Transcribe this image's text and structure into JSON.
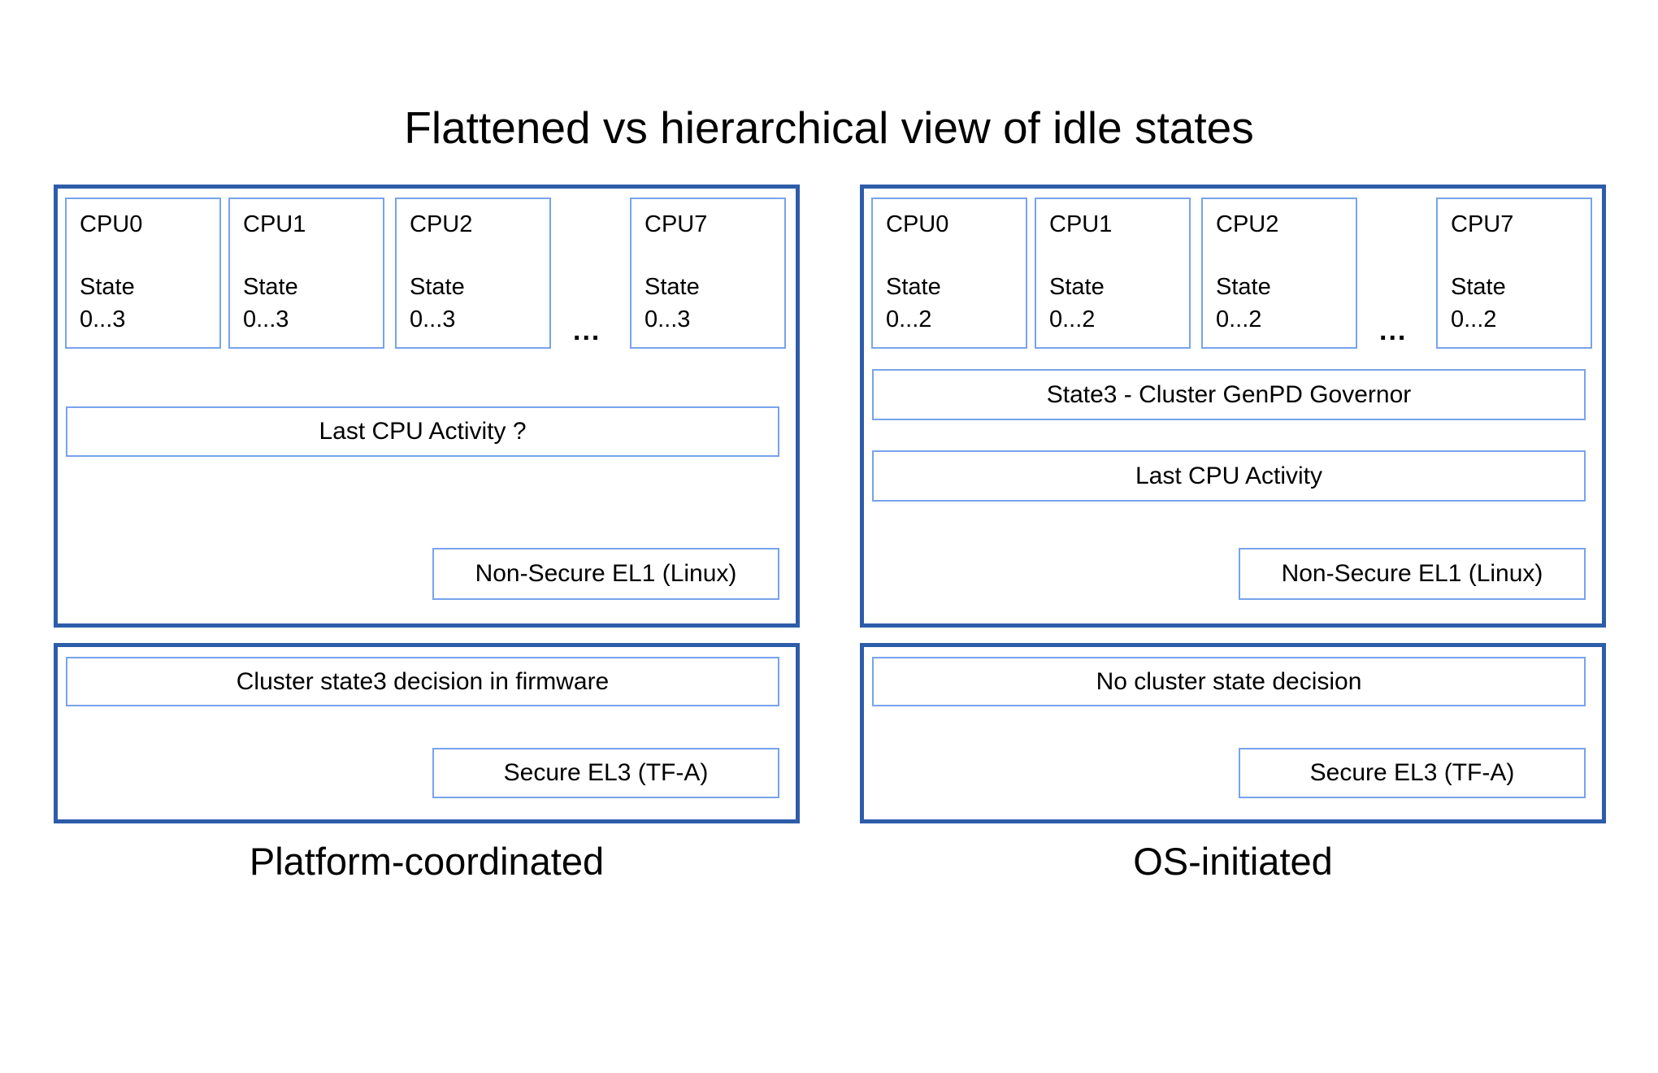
{
  "title": "Flattened vs hierarchical view of idle states",
  "colors": {
    "panel_border": "#2d5da9",
    "box_border": "#78a3ec",
    "text": "#000000",
    "background": "#ffffff"
  },
  "left": {
    "caption": "Platform-coordinated",
    "ellipsis": "...",
    "cpus": [
      {
        "name": "CPU0",
        "state_label": "State",
        "state_range": "0...3"
      },
      {
        "name": "CPU1",
        "state_label": "State",
        "state_range": "0...3"
      },
      {
        "name": "CPU2",
        "state_label": "State",
        "state_range": "0...3"
      },
      {
        "name": "CPU7",
        "state_label": "State",
        "state_range": "0...3"
      }
    ],
    "activity_label": "Last CPU Activity ?",
    "el1_label": "Non-Secure EL1 (Linux)",
    "decision_label": "Cluster state3 decision in firmware",
    "el3_label": "Secure EL3 (TF-A)"
  },
  "right": {
    "caption": "OS-initiated",
    "ellipsis": "...",
    "cpus": [
      {
        "name": "CPU0",
        "state_label": "State",
        "state_range": "0...2"
      },
      {
        "name": "CPU1",
        "state_label": "State",
        "state_range": "0...2"
      },
      {
        "name": "CPU2",
        "state_label": "State",
        "state_range": "0...2"
      },
      {
        "name": "CPU7",
        "state_label": "State",
        "state_range": "0...2"
      }
    ],
    "governor_label": "State3 - Cluster GenPD Governor",
    "activity_label": "Last CPU Activity",
    "el1_label": "Non-Secure EL1 (Linux)",
    "decision_label": "No cluster state decision",
    "el3_label": "Secure EL3 (TF-A)"
  }
}
